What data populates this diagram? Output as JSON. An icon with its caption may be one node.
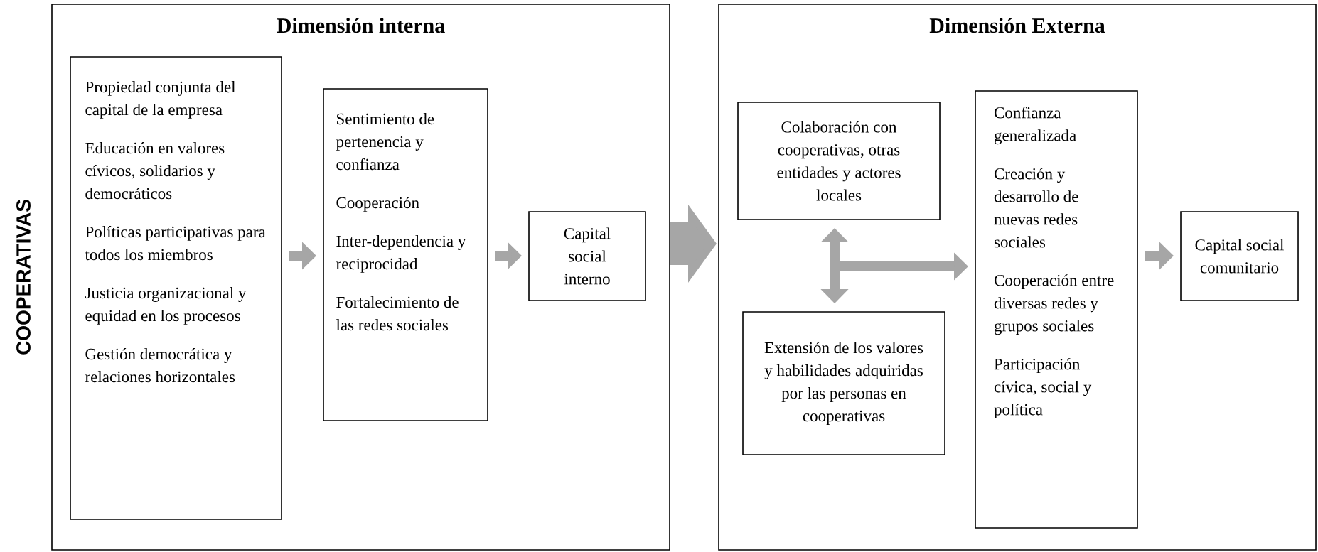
{
  "diagram": {
    "nodes": [
      {
        "text": [
          "Dimensión interna"
        ]
      },
      {
        "text": [
          "Propiedad conjunta del capital de la empresa",
          "Educación en valores cívicos, solidarios y democráticos",
          "Políticas participativas para todos los miembros",
          "Justicia organizacional y equidad en los procesos",
          "Gestión democrática y relaciones horizontales"
        ],
        "in": 0
      },
      {
        "text": [
          "Sentimiento de pertenencia y confianza",
          "Cooperación",
          "Inter-dependencia y reciprocidad",
          "Fortalecimiento de las redes sociales"
        ],
        "in": 0
      },
      {
        "text": [
          "Capital social interno"
        ],
        "in": 0
      },
      {
        "text": [
          "Dimensión Externa"
        ]
      },
      {
        "text": [
          "Colaboración con cooperativas, otras entidades y actores locales"
        ],
        "in": 4
      },
      {
        "text": [
          "Extensión de los valores y habilidades adquiridas por las personas en cooperativas"
        ],
        "in": 4
      },
      {
        "text": [
          "Confianza generalizada",
          "Creación y desarrollo de nuevas redes sociales",
          "Cooperación entre diversas redes y grupos sociales",
          "Participación cívica, social y política"
        ],
        "in": 4
      },
      {
        "text": [
          "Capital social comunitario"
        ],
        "in": 4
      }
    ],
    "edges": [
      {
        "from": 1,
        "to": 2,
        "arrow": "to"
      },
      {
        "from": 2,
        "to": 3,
        "arrow": "to"
      },
      {
        "from": 0,
        "to": 4,
        "arrow": "to",
        "style": "thick"
      },
      {
        "from": 5,
        "to": 6,
        "arrow": "both"
      },
      {
        "from": null,
        "to": 7,
        "arrow": "to"
      },
      {
        "from": 7,
        "to": 8,
        "arrow": "to"
      }
    ],
    "labels": [
      "COOPERATIVAS"
    ]
  }
}
